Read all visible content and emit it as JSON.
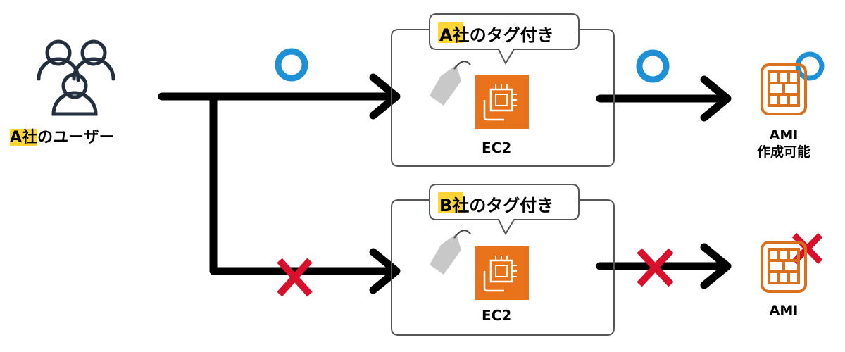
{
  "user": {
    "company_highlight": "A社",
    "label_rest": "のユーザー"
  },
  "box_top": {
    "callout_highlight": "A社",
    "callout_rest": "のタグ付き",
    "instance_label": "EC2"
  },
  "box_bottom": {
    "callout_highlight": "B社",
    "callout_rest": "のタグ付き",
    "instance_label": "EC2"
  },
  "ami_top": {
    "line1": "AMI",
    "line2": "作成可能"
  },
  "ami_bottom": {
    "line1": "AMI"
  },
  "colors": {
    "highlight": "#FFD633",
    "allow_circle": "#1E90D6",
    "deny_cross": "#D7102B",
    "ec2_orange": "#E8731A",
    "ami_orange": "#D9701E",
    "arrow": "#000000",
    "box_border": "#555555",
    "tag_gray": "#C8C8C8",
    "user_icon": "#232F3E"
  },
  "icons": [
    "users-icon",
    "tag-icon",
    "ec2-chip-icon",
    "ami-icon",
    "allow-circle-icon",
    "deny-cross-icon"
  ]
}
